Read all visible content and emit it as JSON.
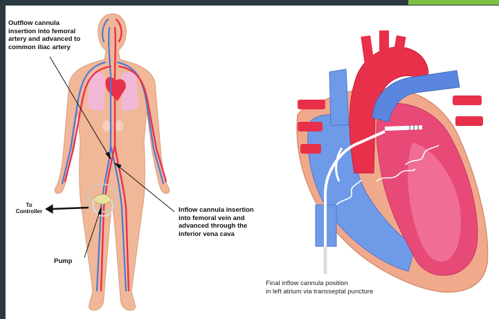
{
  "labels": {
    "outflow": [
      "Outflow cannula",
      "insertion into femoral",
      "artery and advanced to",
      "common iliac artery"
    ],
    "inflow": [
      "Inflow cannula insertion",
      "into femoral vein and",
      "advanced through the",
      "inferior vena cava"
    ],
    "controller": [
      "To",
      "Controller"
    ],
    "pump": "Pump",
    "final": [
      "Final inflow cannula position",
      "in left atrium via transseptal puncture"
    ]
  },
  "colors": {
    "skin": "#f0b898",
    "artery": "#e8304a",
    "vein": "#4a78d8",
    "lung": "#f2b8d8",
    "heart_wall": "#f1a98c",
    "left_heart": "#e84a78",
    "right_heart": "#6f9ae8",
    "accent_green": "#7cc142",
    "border": "#2b3a42"
  }
}
